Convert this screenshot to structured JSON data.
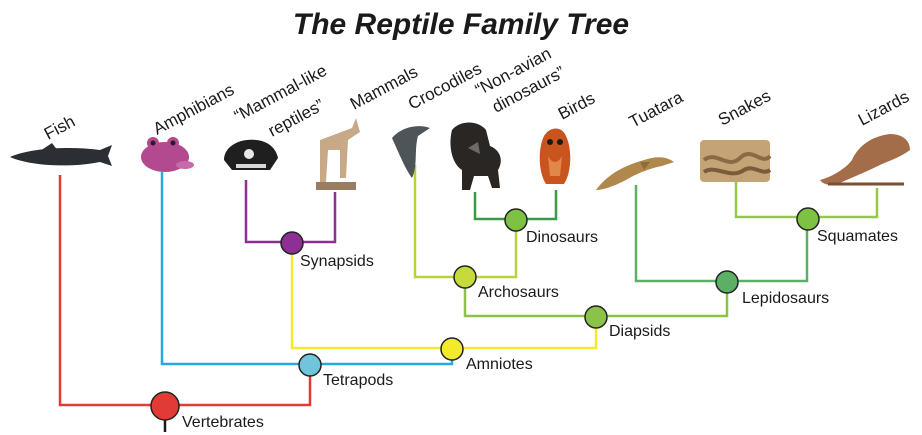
{
  "title": "The Reptile Family Tree",
  "taxa": {
    "fish": "Fish",
    "amphibians": "Amphibians",
    "mammal_like_reptiles_line1": "“Mammal-like",
    "mammal_like_reptiles_line2": "reptiles”",
    "mammals": "Mammals",
    "crocodiles": "Crocodiles",
    "non_avian_dinosaurs_line1": "“Non-avian",
    "non_avian_dinosaurs_line2": "dinosaurs”",
    "birds": "Birds",
    "tuatara": "Tuatara",
    "snakes": "Snakes",
    "lizards": "Lizards"
  },
  "clades": {
    "vertebrates": "Vertebrates",
    "tetrapods": "Tetrapods",
    "amniotes": "Amniotes",
    "synapsids": "Synapsids",
    "diapsids": "Diapsids",
    "archosaurs": "Archosaurs",
    "dinosaurs": "Dinosaurs",
    "lepidosaurs": "Lepidosaurs",
    "squamates": "Squamates"
  },
  "colors": {
    "vertebrates": "#e23b35",
    "tetrapods": "#27a9df",
    "amniotes": "#f2ea2b",
    "synapsids": "#8e2f93",
    "diapsids": "#8cc24a",
    "archosaurs": "#b7d23a",
    "dinosaurs": "#3a9a45",
    "lepidosaurs": "#5cb065",
    "squamates": "#98c84a"
  }
}
